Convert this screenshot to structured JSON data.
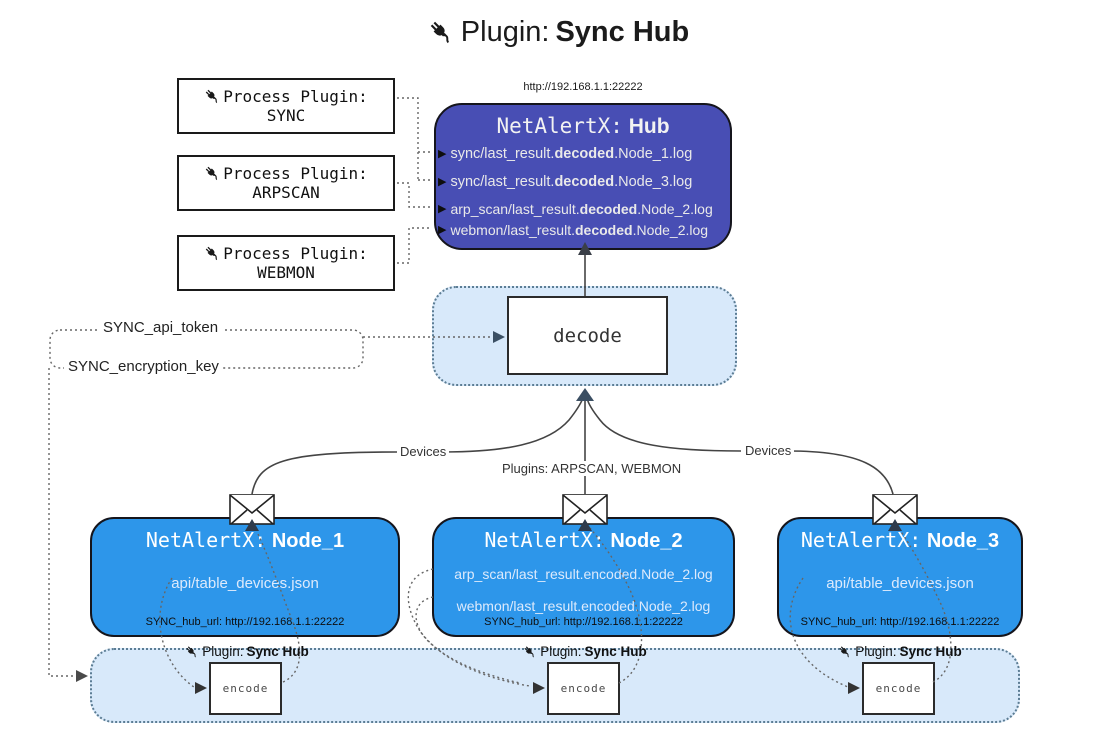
{
  "title": {
    "prefix": "Plugin:",
    "name": "Sync Hub"
  },
  "process_plugins": [
    {
      "label": "Process Plugin:",
      "name": "SYNC"
    },
    {
      "label": "Process Plugin:",
      "name": "ARPSCAN"
    },
    {
      "label": "Process Plugin:",
      "name": "WEBMON"
    }
  ],
  "hub": {
    "url": "http://192.168.1.1:22222",
    "title_prefix": "NetAlertX:",
    "title_name": "Hub",
    "logs": [
      {
        "pre": "sync/last_result.",
        "mid": "decoded",
        "post": ".Node_1.log"
      },
      {
        "pre": "sync/last_result.",
        "mid": "decoded",
        "post": ".Node_3.log"
      },
      {
        "pre": "arp_scan/last_result.",
        "mid": "decoded",
        "post": ".Node_2.log"
      },
      {
        "pre": "webmon/last_result.",
        "mid": "decoded",
        "post": ".Node_2.log"
      }
    ]
  },
  "decode_label": "decode",
  "secrets": {
    "api_token": "SYNC_api_token",
    "encryption_key": "SYNC_encryption_key"
  },
  "edge_labels": {
    "devices_left": "Devices",
    "plugins_center": "Plugins: ARPSCAN, WEBMON",
    "devices_right": "Devices"
  },
  "nodes": [
    {
      "title_prefix": "NetAlertX:",
      "title_name": "Node_1",
      "files": [
        "api/table_devices.json"
      ],
      "hub_url": "SYNC_hub_url: http://192.168.1.1:22222"
    },
    {
      "title_prefix": "NetAlertX:",
      "title_name": "Node_2",
      "files": [
        "arp_scan/last_result.encoded.Node_2.log",
        "webmon/last_result.encoded.Node_2.log"
      ],
      "hub_url": "SYNC_hub_url: http://192.168.1.1:22222"
    },
    {
      "title_prefix": "NetAlertX:",
      "title_name": "Node_3",
      "files": [
        "api/table_devices.json"
      ],
      "hub_url": "SYNC_hub_url: http://192.168.1.1:22222"
    }
  ],
  "encode_section": {
    "plugin_prefix": "Plugin:",
    "plugin_name": "Sync Hub",
    "encode_label": "encode"
  },
  "colors": {
    "hub_bg": "#484EB4",
    "node_bg": "#2D96EA",
    "container_bg": "#D8E9FA",
    "container_border": "#5C7D94",
    "line": "#444444",
    "arrow_dark": "#3B4F63"
  }
}
